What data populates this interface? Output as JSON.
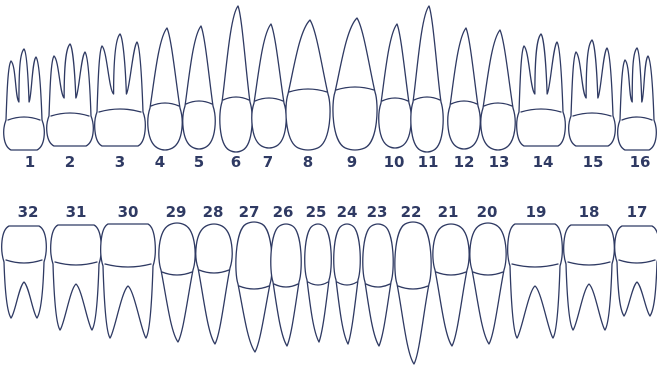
{
  "colors": {
    "outline": "#2f3a63",
    "fill": "#ffffff",
    "label": "#2f3a63"
  },
  "upper_numbers": [
    "1",
    "2",
    "3",
    "4",
    "5",
    "6",
    "7",
    "8",
    "9",
    "10",
    "11",
    "12",
    "13",
    "14",
    "15",
    "16"
  ],
  "lower_numbers": [
    "32",
    "31",
    "30",
    "29",
    "28",
    "27",
    "26",
    "25",
    "24",
    "23",
    "22",
    "21",
    "20",
    "19",
    "18",
    "17"
  ]
}
